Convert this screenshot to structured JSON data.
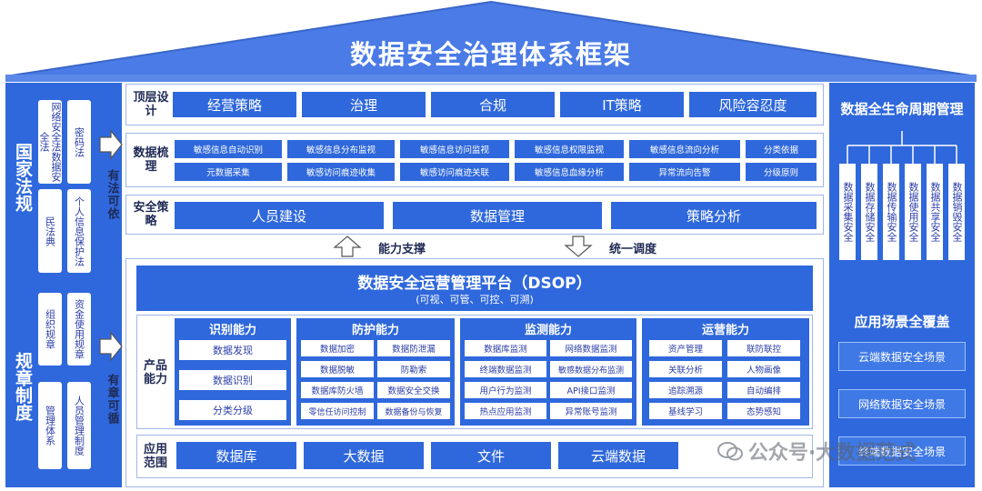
{
  "title": "数据安全治理体系框架",
  "left": {
    "section1": {
      "label": "国家法规",
      "cards": [
        [
          "网络安全法",
          "数据安全法"
        ],
        [
          "密码法"
        ],
        [
          "民法典"
        ],
        [
          "个人信息保护法"
        ]
      ],
      "cards_text": [
        "网络安全法数据安全法",
        "密码法",
        "民法典",
        "个人信息保护法"
      ],
      "arrow_text": "有法可依"
    },
    "section2": {
      "label": "规章制度",
      "cards_text": [
        "组织规章",
        "资金使用规章",
        "管理体系",
        "人员管理制度"
      ],
      "arrow_text": "有章可循"
    }
  },
  "top": {
    "label": "顶层设计",
    "items": [
      "经营策略",
      "治理",
      "合规",
      "IT策略",
      "风险容忍度"
    ]
  },
  "sorting": {
    "label": "数据梳理",
    "items": [
      "敏感信息自动识别",
      "敏感信息分布监视",
      "敏感信息访问监视",
      "敏感信息权限监视",
      "敏感信息流向分析",
      "分类依据",
      "元数据采集",
      "敏感访问痕迹收集",
      "敏感访问痕迹关联",
      "敏感信息血缘分析",
      "异常流向告警",
      "分级原则"
    ]
  },
  "strategy": {
    "label": "安全策略",
    "items": [
      "人员建设",
      "数据管理",
      "策略分析"
    ]
  },
  "mid_arrows": {
    "support": "能力支撑",
    "dispatch": "统一调度"
  },
  "platform": {
    "title": "数据安全运营管理平台（DSOP）",
    "subtitle": "(可视、可管、可控、可溯)"
  },
  "capability": {
    "label": "产品能力",
    "groups": [
      {
        "title": "识别能力",
        "items": [
          "数据发现",
          "数据识别",
          "分类分级"
        ]
      },
      {
        "title": "防护能力",
        "items": [
          "数据加密",
          "数据防泄漏",
          "数据脱敏",
          "防勒索",
          "数据库防火墙",
          "数据安全交换",
          "零信任访问控制",
          "数据备份与恢复"
        ]
      },
      {
        "title": "监测能力",
        "items": [
          "数据库监测",
          "网络数据监测",
          "终端数据监测",
          "敏感数据分布监测",
          "用户行为监测",
          "API接口监测",
          "热点应用监测",
          "异常账号监测"
        ]
      },
      {
        "title": "运营能力",
        "items": [
          "资产管理",
          "联防联控",
          "关联分析",
          "人物画像",
          "追踪溯源",
          "自动编排",
          "基线学习",
          "态势感知"
        ]
      }
    ]
  },
  "scope": {
    "label": "应用范围",
    "items": [
      "数据库",
      "大数据",
      "文件",
      "云端数据"
    ]
  },
  "right": {
    "lifecycle_title": "数据全生命周期管理",
    "lifecycle_items": [
      "数据采集安全",
      "数据存储安全",
      "数据传输安全",
      "数据使用安全",
      "数据共享安全",
      "数据销毁安全"
    ],
    "scene_title": "应用场景全覆盖",
    "scenes": [
      "云端数据安全场景",
      "网络数据安全场景",
      "终端数据安全场景"
    ]
  },
  "watermark": "公众号·大数据范式",
  "colors": {
    "primary": "#2f68dc",
    "dark": "#1f2a55",
    "roof": "#4a7be6"
  }
}
